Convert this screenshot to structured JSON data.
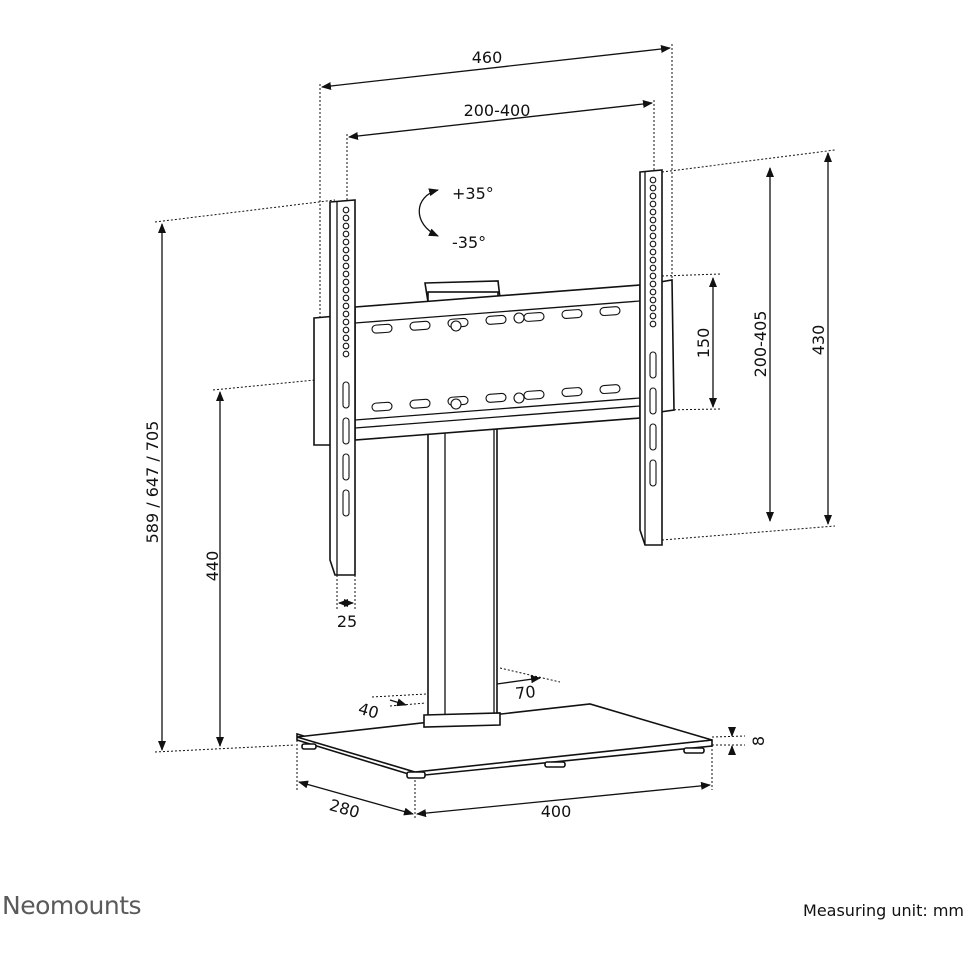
{
  "dimensions": {
    "overall_width": "460",
    "vesa_width": "200-400",
    "rotation_plus": "+35°",
    "rotation_minus": "-35°",
    "total_height": "589 / 647 / 705",
    "mount_height": "440",
    "strip_width": "25",
    "bar_height": "150",
    "vesa_height": "200-405",
    "strip_height": "430",
    "column_depth": "40",
    "column_width": "70",
    "base_depth": "280",
    "base_width": "400",
    "base_thickness": "8"
  },
  "brand": "Neomounts",
  "unit_note": "Measuring unit: mm"
}
